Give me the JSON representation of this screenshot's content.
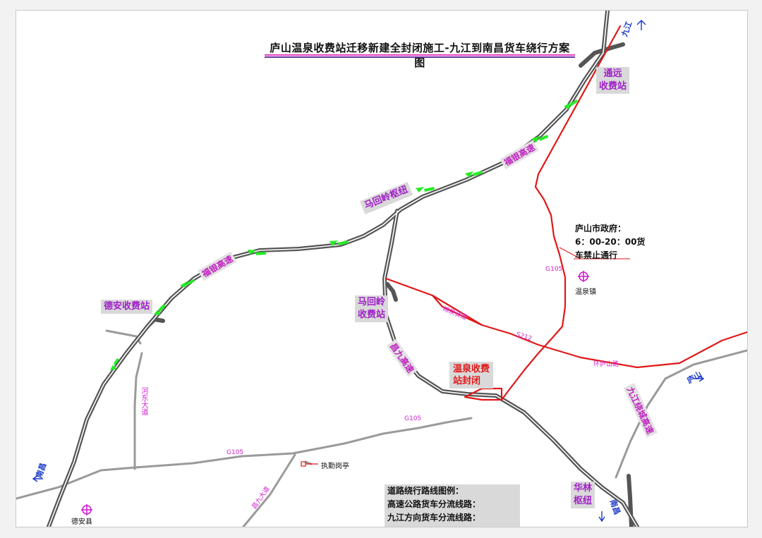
{
  "title": "庐山温泉收费站迁移新建全封闭施工-九江到南昌货车绕行方案图",
  "colors": {
    "expressway": "#555555",
    "minor_road": "#999999",
    "closure_route": "#e01818",
    "truck_arrow": "#22ee22",
    "label_text": "#a020c8",
    "title_underline_pink": "#e040c0",
    "title_underline_purple": "#7030a0"
  },
  "stations": {
    "tongyuan": "通远\n收费站",
    "maguiling_junction": "马回岭枢纽",
    "maguiling_station": "马回岭\n收费站",
    "dean_station": "德安收费站",
    "hualin_junction": "华林\n枢纽"
  },
  "roads": {
    "fuyin_1": "福银高速",
    "fuyin_2": "福银高速",
    "changjiu": "昌九高速",
    "jiujiang_ring": "九江绕城高速",
    "hedong": "河东大道",
    "g105": "G105",
    "g105_b": "G105",
    "g105_c": "G105",
    "s212": "S212",
    "huanlushan": "环庐山路",
    "mianquan": "棉泉驿道",
    "changjiu_avenue": "昌九大道"
  },
  "closure": {
    "station": "温泉收费\n站封闭",
    "government_note_line1": "庐山市政府：",
    "government_note_line2": "6：00-20：00货",
    "government_note_line3": "车禁止通行"
  },
  "places": {
    "wenquan_town": "温泉镇",
    "dean_county": "德安县",
    "checkpoint": "执勤岗亭"
  },
  "direction_signs": {
    "jiujiang": "九江",
    "lushan": "庐山",
    "nanchang_left": "南昌",
    "nanchang_bottom": "南昌"
  },
  "legend": {
    "title": "道路绕行路线图例：",
    "expressway_route": "高速公路货车分流线路：",
    "jiujiang_route": "九江方向货车分流线路："
  }
}
